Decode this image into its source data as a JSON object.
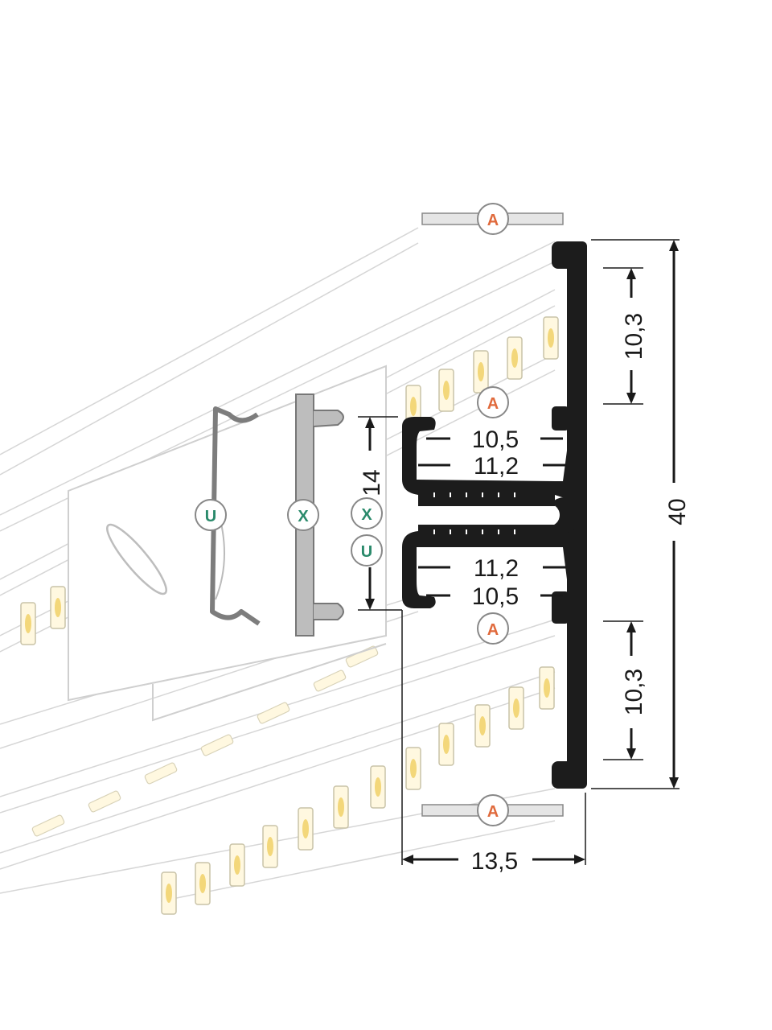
{
  "diagram": {
    "labels": {
      "clip_u": "U",
      "clip_x": "X",
      "cover_a": "A"
    },
    "dimensions": {
      "total_height": "40",
      "upper_channel_height": "10,3",
      "lower_channel_height": "10,3",
      "channel_width_outer": "10,5",
      "channel_width_inner": "11,2",
      "mount_height": "14",
      "profile_width": "13,5"
    },
    "colors": {
      "profile": "#1c1c1c",
      "clip_u_text": "#2a8a6b",
      "clip_x_text": "#2a8a6b",
      "cover_a_text": "#e06a3c",
      "led": "#f3d77a",
      "outline": "#d0d0d0"
    }
  }
}
